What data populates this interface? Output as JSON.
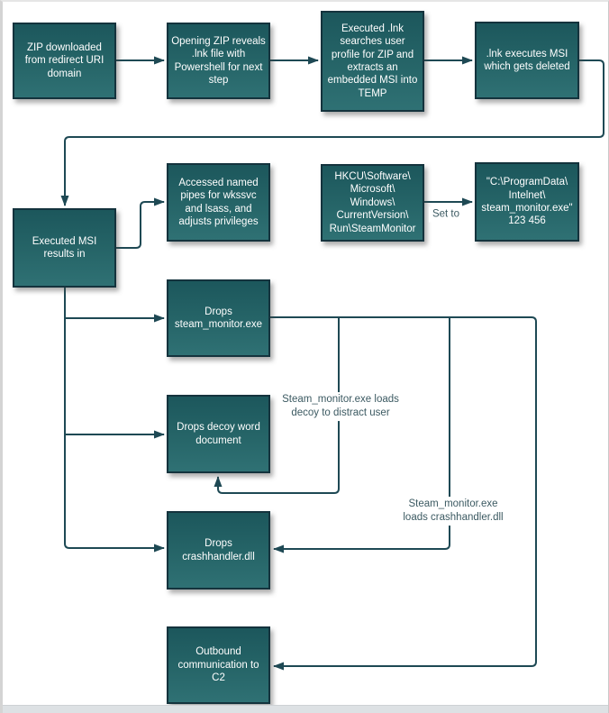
{
  "diagram": {
    "type": "flowchart",
    "nodes": [
      {
        "id": "zip-downloaded",
        "label": "ZIP downloaded\nfrom redirect URI\ndomain"
      },
      {
        "id": "opening-zip",
        "label": "Opening ZIP reveals\n.lnk file with\nPowershell for next\nstep"
      },
      {
        "id": "executed-lnk-searches",
        "label": "Executed .lnk\nsearches user\nprofile for ZIP and\nextracts an\nembedded MSI into\nTEMP"
      },
      {
        "id": "lnk-executes-msi",
        "label": ".lnk executes MSI\nwhich gets deleted"
      },
      {
        "id": "executed-msi-results",
        "label": "Executed MSI\nresults in"
      },
      {
        "id": "accessed-named-pipes",
        "label": "Accessed named\npipes for wkssvc\nand lsass, and\nadjusts privileges"
      },
      {
        "id": "registry-run-key",
        "label": "HKCU\\Software\\\nMicrosoft\\\nWindows\\\nCurrentVersion\\\nRun\\SteamMonitor"
      },
      {
        "id": "registry-value",
        "label": "\"C:\\ProgramData\\\nIntelnet\\\nsteam_monitor.exe\"\n123 456"
      },
      {
        "id": "drops-steam-monitor",
        "label": "Drops\nsteam_monitor.exe"
      },
      {
        "id": "drops-decoy-doc",
        "label": "Drops decoy word\ndocument"
      },
      {
        "id": "drops-crashhandler",
        "label": "Drops\ncrashhandler.dll"
      },
      {
        "id": "outbound-c2",
        "label": "Outbound\ncommunication to\nC2"
      }
    ],
    "annotations": {
      "set_to_label": "Set to",
      "decoy_note": "Steam_monitor.exe loads\ndecoy to distract user",
      "crashhandler_note": "Steam_monitor.exe\nloads crashhandler.dll"
    },
    "colors": {
      "node_fill_top": "#1c575c",
      "node_fill_bottom": "#2f7174",
      "node_border": "#14333d",
      "node_text": "#ffffff",
      "connector": "#1e4954",
      "annotation_text": "#3c5a62",
      "background": "#ffffff"
    }
  }
}
